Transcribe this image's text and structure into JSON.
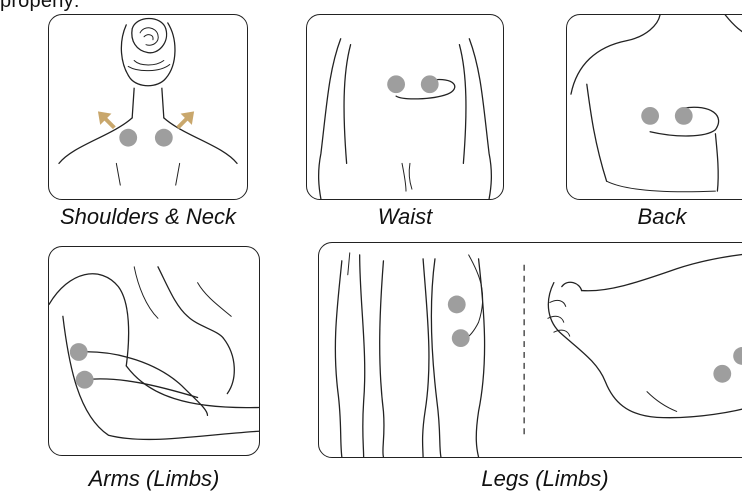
{
  "intro_text": "properly:",
  "colors": {
    "massage_point": "#9e9e9e",
    "arrow": "#c9a76c",
    "outline": "#222222"
  },
  "panels": [
    {
      "caption": "Shoulders & Neck"
    },
    {
      "caption": "Waist"
    },
    {
      "caption": "Back"
    },
    {
      "caption": "Arms (Limbs)"
    },
    {
      "caption": "Legs (Limbs)"
    }
  ]
}
